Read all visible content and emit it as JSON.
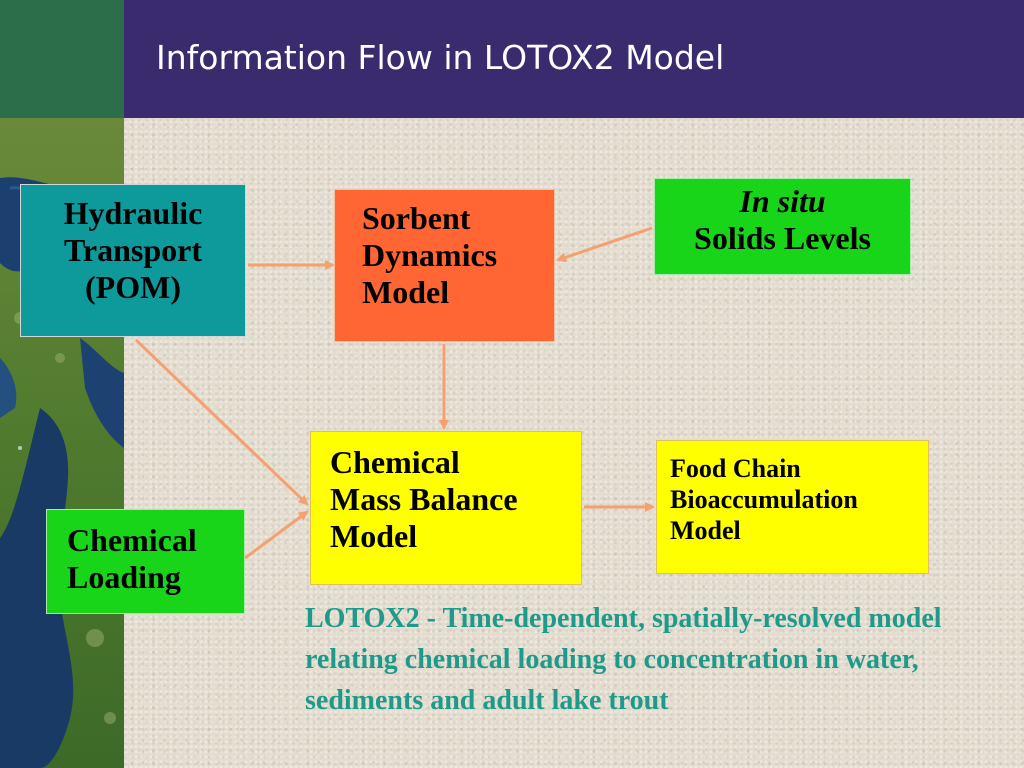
{
  "header": {
    "title": "Information Flow in LOTOX2 Model"
  },
  "boxes": {
    "hydraulic": {
      "lines": [
        "Hydraulic",
        "Transport",
        "(POM)"
      ],
      "color": "#0e9a9b"
    },
    "sorbent": {
      "lines": [
        "Sorbent",
        "Dynamics",
        "Model"
      ],
      "color": "#ff6633"
    },
    "insitu": {
      "line1": "In situ",
      "line2": "Solids Levels",
      "color": "#19d519"
    },
    "chemical_mass_balance": {
      "lines": [
        "Chemical",
        "Mass Balance",
        "Model"
      ],
      "color": "#ffff00"
    },
    "food_chain": {
      "lines": [
        "Food Chain",
        "Bioaccumulation",
        "Model"
      ],
      "color": "#ffff00"
    },
    "chemical_loading": {
      "lines": [
        "Chemical",
        "Loading"
      ],
      "color": "#19d519"
    }
  },
  "description": "LOTOX2 - Time-dependent, spatially-resolved model relating chemical loading to concentration in water, sediments and adult lake trout",
  "colors": {
    "header": "#3a2a6e",
    "accent_green": "#2d6e4a",
    "arrow": "#f4a070",
    "description": "#1e9a8a"
  }
}
